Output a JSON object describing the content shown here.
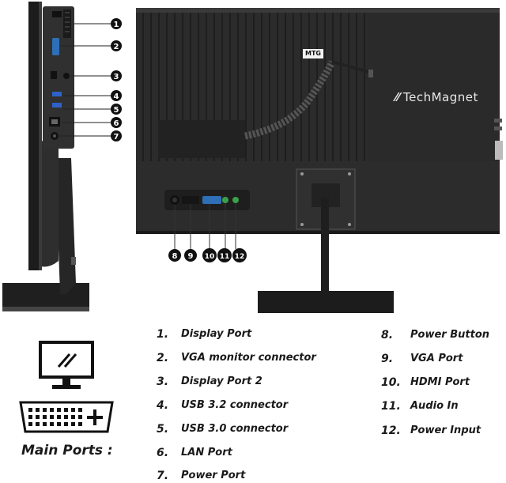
{
  "brand": {
    "name": "TechMagnet",
    "tag": "MTG"
  },
  "callouts_side": [
    "1",
    "2",
    "3",
    "4",
    "5",
    "6",
    "7"
  ],
  "callouts_bottom": [
    "8",
    "9",
    "10",
    "11",
    "12"
  ],
  "legend_left": [
    {
      "num": "1.",
      "label": "Display Port"
    },
    {
      "num": "2.",
      "label": "VGA monitor connector"
    },
    {
      "num": "3.",
      "label": "Display Port 2"
    },
    {
      "num": "4.",
      "label": "USB 3.2 connector"
    },
    {
      "num": "5.",
      "label": "USB 3.0 connector"
    },
    {
      "num": "6.",
      "label": "LAN Port"
    },
    {
      "num": "7.",
      "label": "Power Port"
    }
  ],
  "legend_right": [
    {
      "num": "8.",
      "label": "Power Button"
    },
    {
      "num": "9.",
      "label": "VGA Port"
    },
    {
      "num": "10.",
      "label": "HDMI Port"
    },
    {
      "num": "11.",
      "label": "Audio In"
    },
    {
      "num": "12.",
      "label": "Power Input"
    }
  ],
  "main_ports_label": "Main Ports :",
  "icons": {
    "monitor": "monitor-icon",
    "dvi": "dvi-port-icon"
  },
  "colors": {
    "monitor_body": "#2b2b2b",
    "badge": "#111111",
    "text": "#1a1a1a"
  }
}
